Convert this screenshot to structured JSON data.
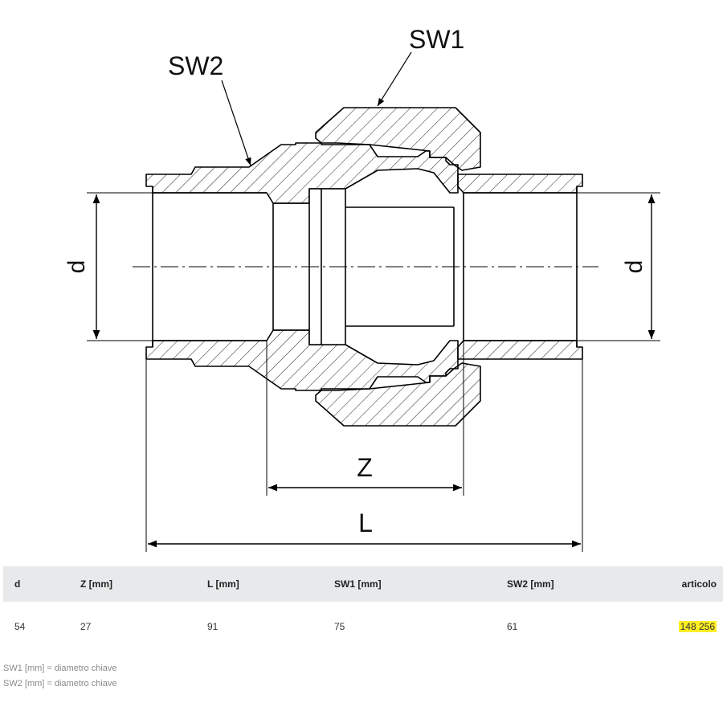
{
  "drawing": {
    "labels": {
      "sw1": "SW1",
      "sw2": "SW2",
      "d_left": "d",
      "d_right": "d",
      "z": "Z",
      "l": "L"
    }
  },
  "table": {
    "headers": {
      "d": "d",
      "z": "Z [mm]",
      "l": "L [mm]",
      "sw1": "SW1 [mm]",
      "sw2": "SW2 [mm]",
      "articolo": "articolo"
    },
    "rows": [
      {
        "d": "54",
        "z": "27",
        "l": "91",
        "sw1": "75",
        "sw2": "61",
        "articolo": "148 256"
      }
    ]
  },
  "notes": [
    "SW1 [mm] = diametro chiave",
    "SW2 [mm] = diametro chiave"
  ],
  "colors": {
    "article_highlight": "#ffee24",
    "header_background": "#e7e9eb",
    "note_text": "#8a8a8a"
  }
}
